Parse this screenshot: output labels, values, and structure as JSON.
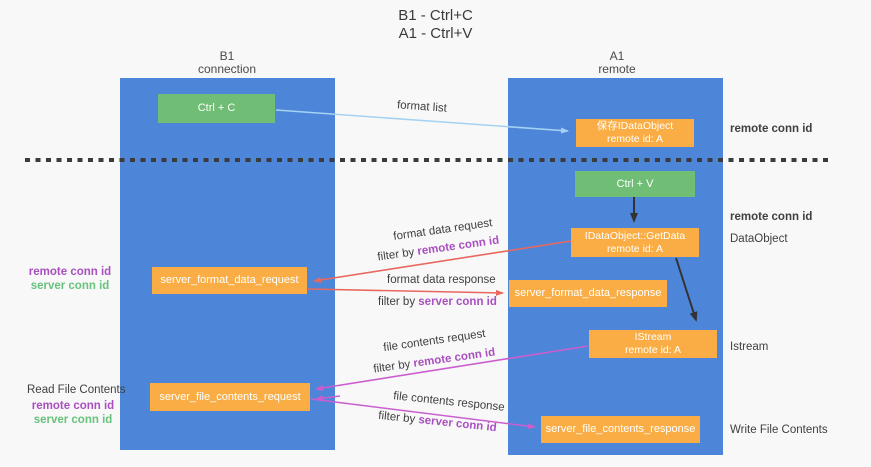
{
  "title": {
    "line1": "B1 - Ctrl+C",
    "line2": "A1 - Ctrl+V"
  },
  "lanes": {
    "left": {
      "name": "B1",
      "subtitle": "connection"
    },
    "right": {
      "name": "A1",
      "subtitle": "remote"
    }
  },
  "boxes": {
    "ctrl_c": "Ctrl + C",
    "ctrl_v": "Ctrl + V",
    "save_idataobject_line1": "保存IDataObject",
    "save_idataobject_line2": "remote id: A",
    "getdata_line1": "IDataObject::GetData",
    "getdata_line2": "remote id: A",
    "istream_line1": "IStream",
    "istream_line2": "remote id: A",
    "server_format_data_request": "server_format_data_request",
    "server_format_data_response": "server_format_data_response",
    "server_file_contents_request": "server_file_contents_request",
    "server_file_contents_response": "server_file_contents_response"
  },
  "arrow_labels": {
    "format_list": "format list",
    "format_data_request": "format data request",
    "format_data_response": "format data response",
    "file_contents_request": "file contents request",
    "file_contents_response": "file contents response",
    "filter_by": "filter by",
    "remote_conn_id": "remote conn id",
    "server_conn_id": "server conn id"
  },
  "side_labels": {
    "remote_conn_id": "remote conn id",
    "server_conn_id": "server conn id",
    "dataobject": "DataObject",
    "istream": "Istream",
    "read_file_contents": "Read File Contents",
    "write_file_contents": "Write File Contents"
  },
  "colors": {
    "lane_blue": "#4d86d8",
    "node_orange": "#f9ad44",
    "node_green": "#70be76",
    "arrow_light_blue": "#a6d2f2",
    "arrow_red": "#e8685f",
    "arrow_magenta": "#ca5ecf",
    "arrow_black": "#333333",
    "text_purple": "#a94fc0",
    "text_green": "#67c27c",
    "separator": "#3b3b3b",
    "background": "#f8f8f8"
  }
}
